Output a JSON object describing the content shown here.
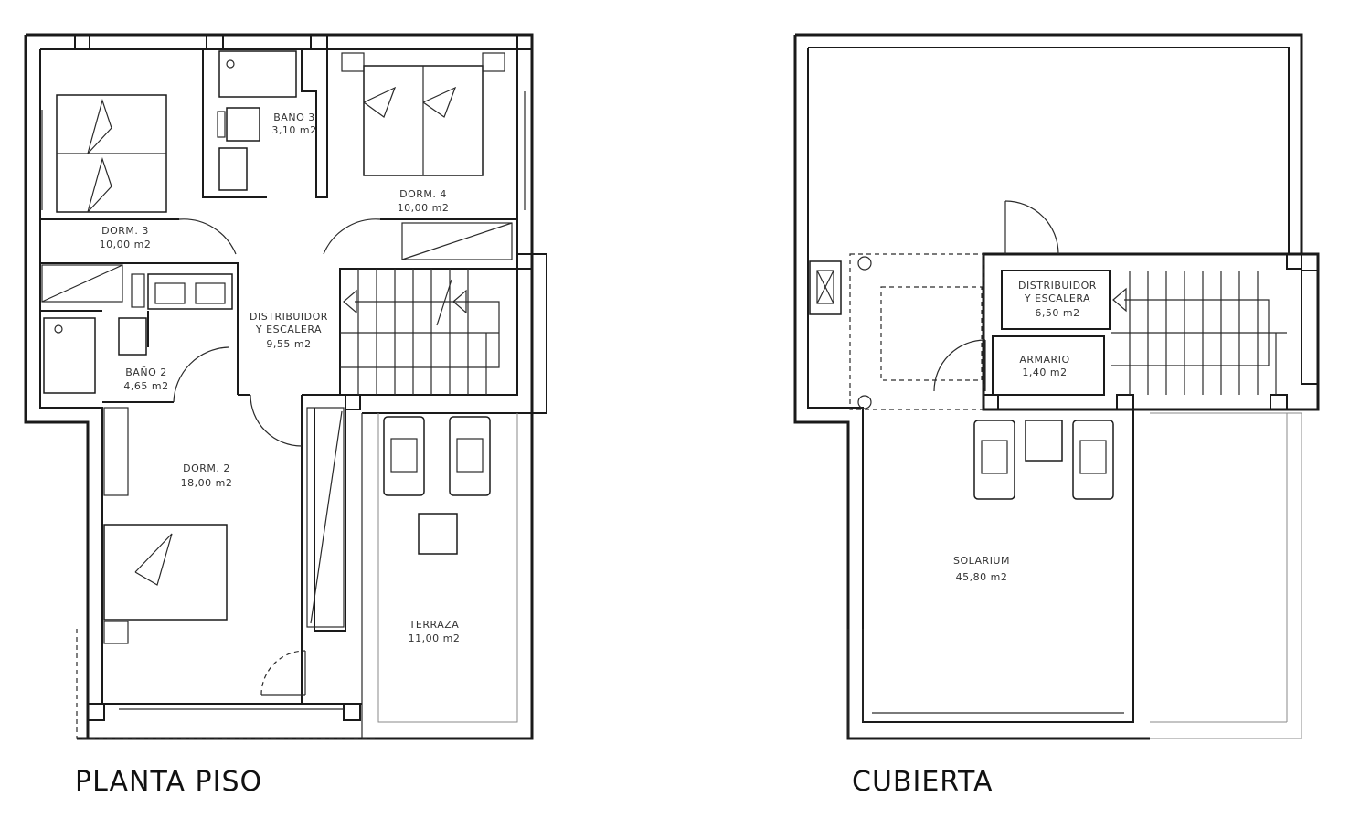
{
  "plans": [
    {
      "title": "PLANTA PISO",
      "rooms": [
        {
          "name": "DORM. 3",
          "area": "10,00 m2"
        },
        {
          "name": "BAÑO 3",
          "area": "3,10 m2"
        },
        {
          "name": "DORM. 4",
          "area": "10,00 m2"
        },
        {
          "name": "DISTRIBUIDOR",
          "name2": "Y ESCALERA",
          "area": "9,55 m2"
        },
        {
          "name": "BAÑO 2",
          "area": "4,65 m2"
        },
        {
          "name": "DORM. 2",
          "area": "18,00 m2"
        },
        {
          "name": "TERRAZA",
          "area": "11,00 m2"
        }
      ]
    },
    {
      "title": "CUBIERTA",
      "rooms": [
        {
          "name": "DISTRIBUIDOR",
          "name2": "Y ESCALERA",
          "area": "6,50 m2"
        },
        {
          "name": "ARMARIO",
          "area": "1,40 m2"
        },
        {
          "name": "SOLARIUM",
          "area": "45,80 m2"
        }
      ]
    }
  ]
}
